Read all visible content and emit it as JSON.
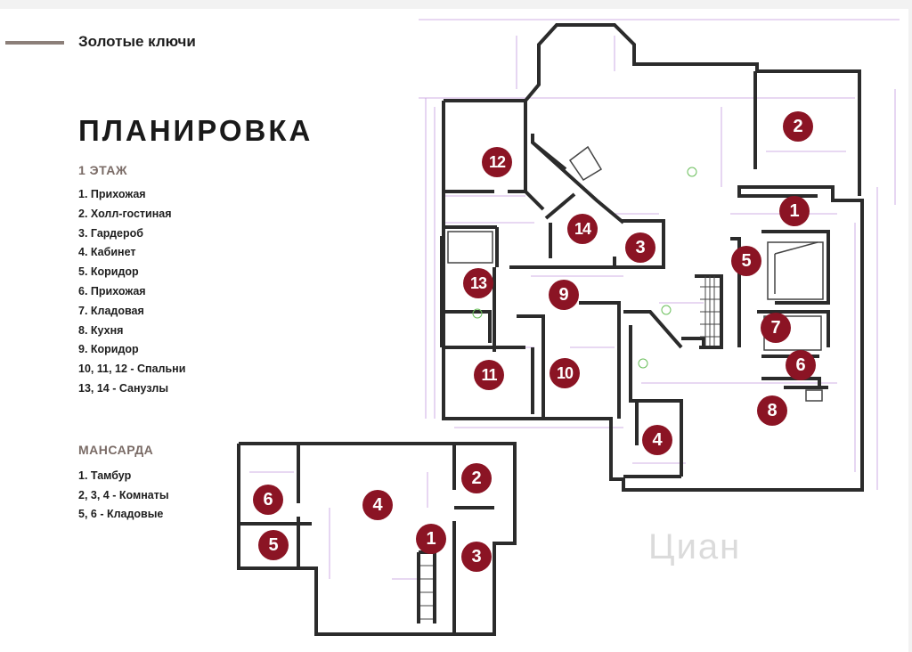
{
  "brand": "Золотые ключи",
  "title": "ПЛАНИРОВКА",
  "floor1": {
    "heading": "1 ЭТАЖ",
    "items": [
      "1.  Прихожая",
      "2.  Холл-гостиная",
      "3.  Гардероб",
      "4.  Кабинет",
      "5.  Коридор",
      "6.  Прихожая",
      "7.  Кладовая",
      "8.  Кухня",
      "9.  Коридор",
      "10,  11, 12 - Спальни",
      "13, 14 - Санузлы"
    ]
  },
  "attic": {
    "heading": "МАНСАРДА",
    "items": [
      "1.  Тамбур",
      "2, 3, 4 - Комнаты",
      "5, 6 - Кладовые"
    ]
  },
  "plan_labels": {
    "floor1": [
      "1",
      "2",
      "3",
      "4",
      "5",
      "6",
      "7",
      "8",
      "9",
      "10",
      "11",
      "12",
      "13",
      "14"
    ],
    "attic": [
      "1",
      "2",
      "3",
      "4",
      "5",
      "6"
    ]
  },
  "watermark": "Циан",
  "colors": {
    "badge": "#8b1424",
    "walls": "#2b2b2b",
    "dims": "#a24ad0",
    "accent_bar": "#8c7f79"
  }
}
